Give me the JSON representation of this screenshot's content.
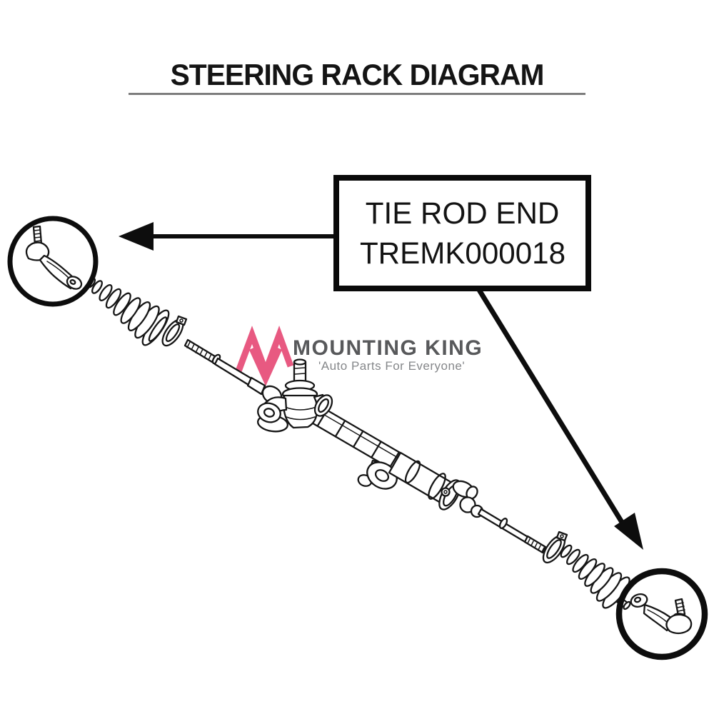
{
  "title": {
    "text": "STEERING RACK DIAGRAM"
  },
  "callout": {
    "line1": "TIE ROD END",
    "line2": "TREMK000018"
  },
  "logo": {
    "brand": "MOUNTING KING",
    "tagline": "'Auto Parts For Everyone'",
    "monogram": "M"
  },
  "colors": {
    "background": "#ffffff",
    "title_text": "#141414",
    "underline_gray": "#7d7d7d",
    "callout_border": "#0a0a0a",
    "drawing_line": "#161616",
    "arrow_black": "#0d0d0d",
    "monogram_pink": "#e85981",
    "brand_gray": "#58595b",
    "tagline_gray": "#85878a"
  },
  "icons": {
    "brand_monogram": "stylized pink double-M mark",
    "left_magnifier_circle": "zoom circle around left tie rod end",
    "right_magnifier_circle": "zoom circle around right tie rod end",
    "left_arrow": "arrow from callout box to left tie rod end",
    "diagonal_arrow": "arrow from callout box to right tie rod end",
    "steering_rack_drawing": "exploded steering rack assembly line art"
  }
}
